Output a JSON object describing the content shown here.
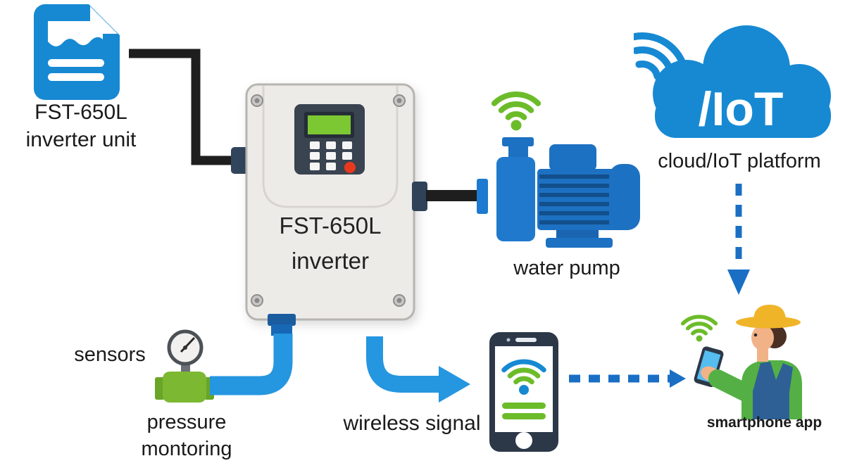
{
  "labels": {
    "document_unit": {
      "line1": "FST-650L",
      "line2": "inverter unit"
    },
    "inverter": {
      "line1": "FST-650L",
      "line2": "inverter"
    },
    "water_pump": "water pump",
    "cloud_badge": "/IoT",
    "cloud_platform": "cloud/IoT platform",
    "sensors": "sensors",
    "pressure_monitoring": {
      "line1": "pressure",
      "line2": "montoring"
    },
    "wireless_signal": "wireless signal",
    "smartphone_app": "smartphone app"
  },
  "icons": {
    "document-icon": "blue document sheet with folded corner and text lines",
    "wifi-icon": "wireless signal arcs with dot",
    "cloud-icon": "blue cloud with /IoT badge",
    "inverter-box": "wall-mounted inverter with LCD and keypad",
    "water-pump-icon": "centrifugal pump with motor fins",
    "pressure-gauge-icon": "round pressure gauge on green valve",
    "smartphone-icon": "phone showing wifi and signal bars",
    "farmer-illustration": "farmer in straw hat holding smartphone",
    "arrow": "blue flow arrow",
    "dashed-arrow": "blue dashed data-flow arrow"
  },
  "palette": {
    "blue": "#1789d3",
    "pump_blue": "#1d71c2",
    "pump_blue_dark": "#124f8c",
    "pump_foot_blue": "#1b65b0",
    "pipe_blue": "#2596e0",
    "connector_navy": "#17599c",
    "cable_black": "#1e1e1e",
    "dashed_arrow_blue": "#1a6fc4",
    "green": "#6cbc2a",
    "valve_green": "#7cb831",
    "valve_green_dark": "#69a527",
    "panel_dark": "#3a4350",
    "lcd_green": "#7cc832",
    "alert_red": "#e8391f",
    "box_gray": "#edebe8",
    "phone_dark": "#2c3848",
    "hat_yellow": "#f0b429",
    "shirt_green": "#54b045",
    "overalls_blue": "#2e6096",
    "skin": "#f2b288",
    "text": "#1a1a1a"
  }
}
